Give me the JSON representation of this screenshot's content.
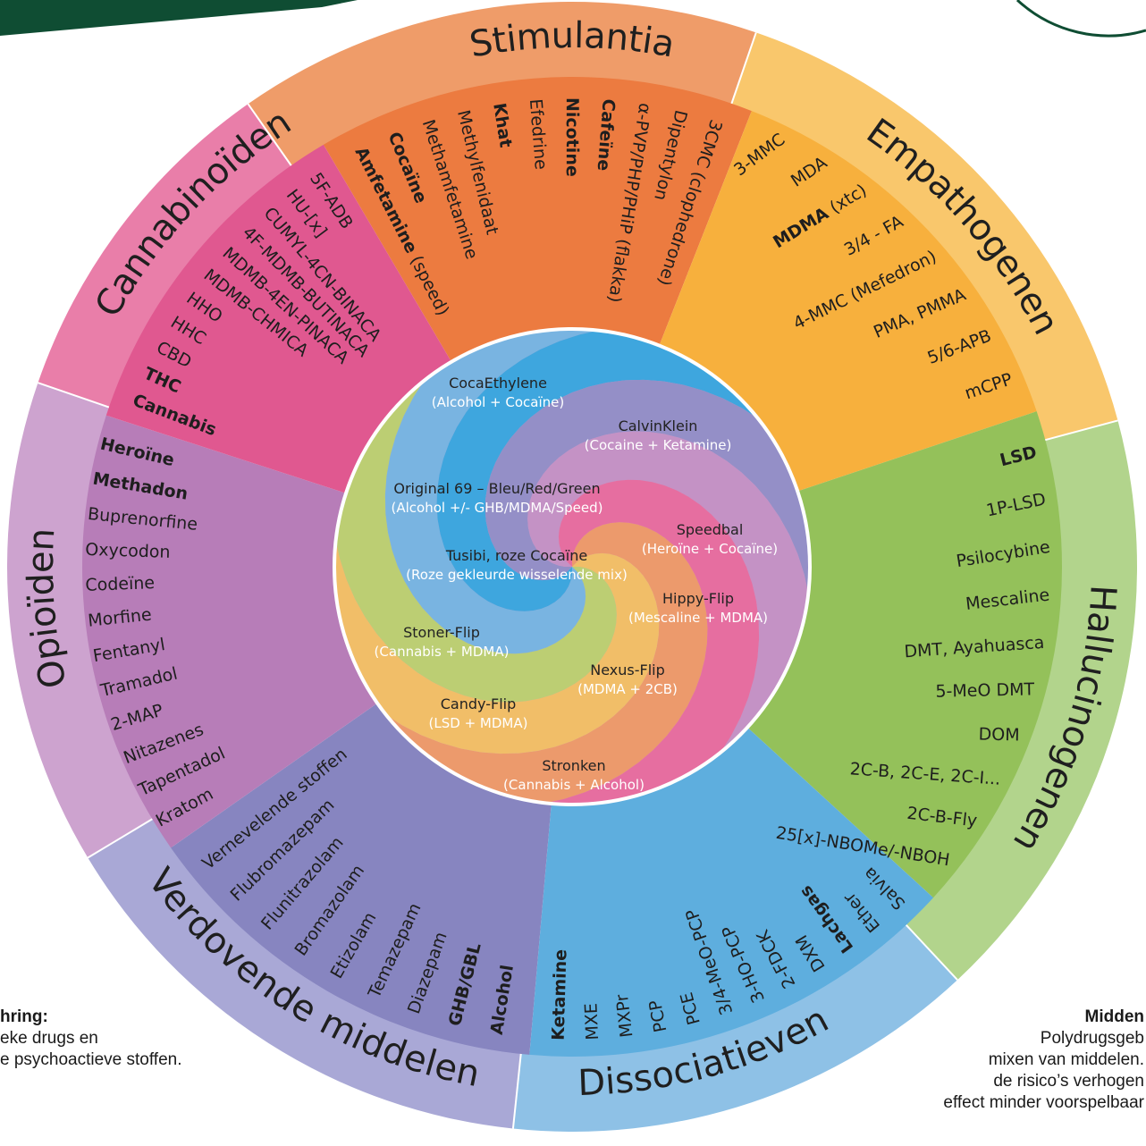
{
  "categories": [
    {
      "key": "stimulantia",
      "title": "Stimulantia",
      "outer": "#ef9c69",
      "inner": "#ec7b40",
      "items": [
        {
          "t": "Amfetamine",
          "b": true,
          "extra": " (speed)"
        },
        {
          "t": "Cocaïne",
          "b": true
        },
        {
          "t": "Methamfetamine"
        },
        {
          "t": "Methylfenidaat"
        },
        {
          "t": "Khat",
          "b": true
        },
        {
          "t": "Efedrine"
        },
        {
          "t": "Nicotine",
          "b": true
        },
        {
          "t": "Cafeïne",
          "b": true
        },
        {
          "t": "α-PVP/PHP/PHiP (flakka)"
        },
        {
          "t": "Dipentylon"
        },
        {
          "t": "3CMC (clophedrone)"
        }
      ]
    },
    {
      "key": "empathogenen",
      "title": "Empathogenen",
      "outer": "#f9c76c",
      "inner": "#f7b03d",
      "items": [
        {
          "t": "3-MMC"
        },
        {
          "t": "MDA"
        },
        {
          "t": "MDMA",
          "b": true,
          "extra": " (xtc)"
        },
        {
          "t": "3/4 - FA"
        },
        {
          "t": "4-MMC (Mefedron)"
        },
        {
          "t": "PMA, PMMA"
        },
        {
          "t": "5/6-APB"
        },
        {
          "t": "mCPP"
        }
      ]
    },
    {
      "key": "hallucinogenen",
      "title": "Hallucinogenen",
      "outer": "#b2d48c",
      "inner": "#94c15a",
      "items": [
        {
          "t": "LSD",
          "b": true
        },
        {
          "t": "1P-LSD"
        },
        {
          "t": "Psilocybine"
        },
        {
          "t": "Mescaline"
        },
        {
          "t": "DMT, Ayahuasca"
        },
        {
          "t": "5-MeO DMT"
        },
        {
          "t": "DOM"
        },
        {
          "t": "2C-B, 2C-E, 2C-I..."
        },
        {
          "t": "2C-B-Fly"
        },
        {
          "t": "25[x]-NBOMe/-NBOH"
        }
      ]
    },
    {
      "key": "dissociatieven",
      "title": "Dissociatieven",
      "outer": "#8ec1e6",
      "inner": "#5eaede",
      "items": [
        {
          "t": "Ketamine",
          "b": true
        },
        {
          "t": "MXE"
        },
        {
          "t": "MXPr"
        },
        {
          "t": "PCP"
        },
        {
          "t": "PCE"
        },
        {
          "t": "3/4-MeO-PCP"
        },
        {
          "t": "3-HO-PCP"
        },
        {
          "t": "2-FDCK"
        },
        {
          "t": "DXM"
        },
        {
          "t": "Lachgas",
          "b": true
        },
        {
          "t": "Ether"
        },
        {
          "t": "Salvia"
        }
      ]
    },
    {
      "key": "verdovende",
      "title": "Verdovende middelen",
      "outer": "#a9a8d6",
      "inner": "#8785c0",
      "items": [
        {
          "t": "Alcohol",
          "b": true
        },
        {
          "t": "GHB/GBL",
          "b": true
        },
        {
          "t": "Diazepam"
        },
        {
          "t": "Temazepam"
        },
        {
          "t": "Etizolam"
        },
        {
          "t": "Bromazolam"
        },
        {
          "t": "Flunitrazolam"
        },
        {
          "t": "Flubromazepam"
        },
        {
          "t": "Vernevelende stoffen"
        }
      ]
    },
    {
      "key": "opioiden",
      "title": "Opioïden",
      "outer": "#cda3cf",
      "inner": "#b77db8",
      "items": [
        {
          "t": "Heroïne",
          "b": true
        },
        {
          "t": "Methadon",
          "b": true
        },
        {
          "t": "Buprenorfine"
        },
        {
          "t": "Oxycodon"
        },
        {
          "t": "Codeïne"
        },
        {
          "t": "Morfine"
        },
        {
          "t": "Fentanyl"
        },
        {
          "t": "Tramadol"
        },
        {
          "t": "2-MAP"
        },
        {
          "t": "Nitazenes"
        },
        {
          "t": "Tapentadol"
        },
        {
          "t": "Kratom"
        }
      ]
    },
    {
      "key": "cannabinoiden",
      "title": "Cannabinoïden",
      "outer": "#e97ea9",
      "inner": "#e05890",
      "items": [
        {
          "t": "Cannabis",
          "b": true
        },
        {
          "t": "THC",
          "b": true
        },
        {
          "t": "CBD"
        },
        {
          "t": "HHC"
        },
        {
          "t": "HHO"
        },
        {
          "t": "MDMB-CHMICA"
        },
        {
          "t": "MDMB-4EN-PINACA"
        },
        {
          "t": "4F-MDMB-BUTINACA"
        },
        {
          "t": "CUMYL-4CN-BINACA"
        },
        {
          "t": "HU-[x]"
        },
        {
          "t": "5F-ADB"
        }
      ]
    }
  ],
  "combos": [
    {
      "name": "CocaEthylene",
      "sub": "(Alcohol + Cocaïne)"
    },
    {
      "name": "CalvinKlein",
      "sub": "(Cocaine + Ketamine)"
    },
    {
      "name": "Original 69 – Bleu/Red/Green",
      "sub": "(Alcohol +/- GHB/MDMA/Speed)"
    },
    {
      "name": "Speedbal",
      "sub": "(Heroïne + Cocaïne)"
    },
    {
      "name": "Tusibi, roze Cocaïne",
      "sub": "(Roze gekleurde wisselende mix)"
    },
    {
      "name": "Hippy-Flip",
      "sub": "(Mescaline + MDMA)"
    },
    {
      "name": "Stoner-Flip",
      "sub": "(Cannabis + MDMA)"
    },
    {
      "name": "Nexus-Flip",
      "sub": "(MDMA + 2CB)"
    },
    {
      "name": "Candy-Flip",
      "sub": "(LSD + MDMA)"
    },
    {
      "name": "Stronken",
      "sub": "(Cannabis + Alcohol)"
    }
  ],
  "corner_left": {
    "title": "hring:",
    "lines": [
      "eke drugs en",
      "e psychoactieve stoffen."
    ]
  },
  "corner_right": {
    "title": "Midden",
    "lines": [
      "Polydrugsgeb",
      "mixen van middelen.",
      "de risico’s verhogen",
      "effect minder voorspelbaar"
    ]
  },
  "colors": {
    "header_green": "#0f4d33",
    "spiral": [
      "#f0995f",
      "#f6c15a",
      "#b9d466",
      "#6db6e4",
      "#2aa6e0",
      "#8c8cc6",
      "#c38fc4",
      "#e9679a"
    ]
  }
}
